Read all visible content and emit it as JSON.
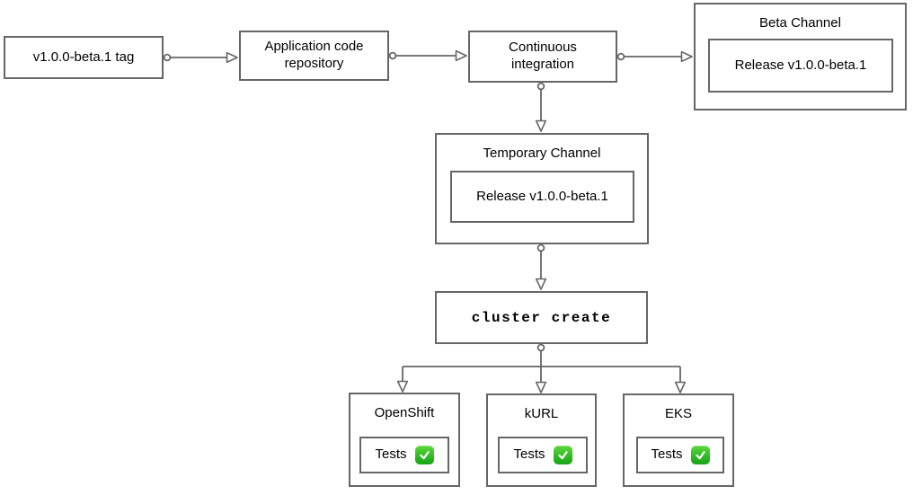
{
  "diagram": {
    "nodes": {
      "tag": {
        "label": "v1.0.0-beta.1 tag"
      },
      "repo": {
        "label": "Application code repository"
      },
      "ci": {
        "label": "Continuous integration"
      },
      "beta_channel": {
        "title": "Beta Channel",
        "release_label": "Release v1.0.0-beta.1"
      },
      "temp_channel": {
        "title": "Temporary Channel",
        "release_label": "Release v1.0.0-beta.1"
      },
      "cluster_create": {
        "label": "cluster create"
      },
      "openshift": {
        "title": "OpenShift",
        "tests_label": "Tests",
        "tests_icon": "✅"
      },
      "kurl": {
        "title": "kURL",
        "tests_label": "Tests",
        "tests_icon": "✅"
      },
      "eks": {
        "title": "EKS",
        "tests_label": "Tests",
        "tests_icon": "✅"
      }
    },
    "colors": {
      "stroke": "#666666",
      "text": "#000000",
      "check_green": "#17a317",
      "background": "#ffffff"
    }
  }
}
